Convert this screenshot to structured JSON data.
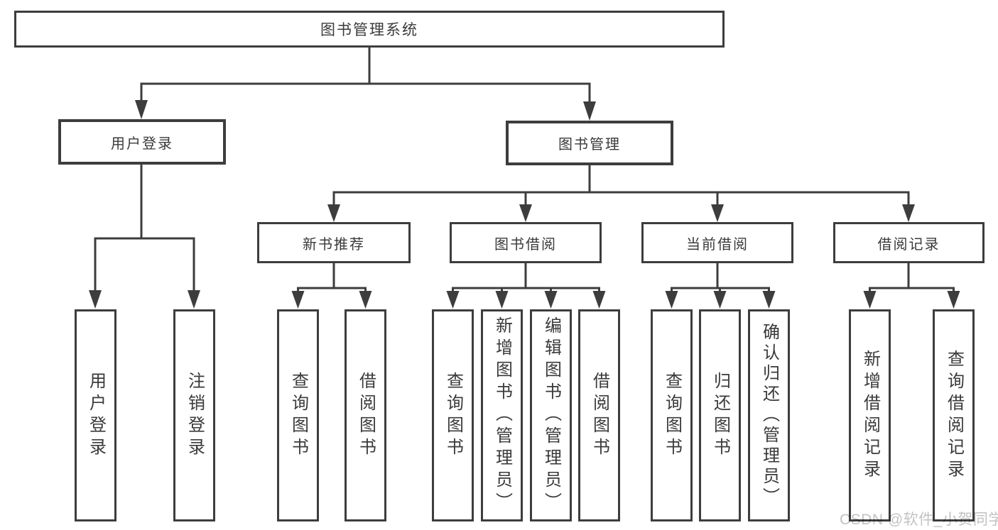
{
  "tree": {
    "root": {
      "label": "图书管理系统",
      "children": [
        {
          "label": "用户登录",
          "children": [
            {
              "label": "用户登录"
            },
            {
              "label": "注销登录"
            }
          ]
        },
        {
          "label": "图书管理",
          "children": [
            {
              "label": "新书推荐",
              "children": [
                {
                  "label": "查询图书"
                },
                {
                  "label": "借阅图书"
                }
              ]
            },
            {
              "label": "图书借阅",
              "children": [
                {
                  "label": "查询图书"
                },
                {
                  "label": "新增图书（管理员）"
                },
                {
                  "label": "编辑图书（管理员）"
                },
                {
                  "label": "借阅图书"
                }
              ]
            },
            {
              "label": "当前借阅",
              "children": [
                {
                  "label": "查询图书"
                },
                {
                  "label": "归还图书"
                },
                {
                  "label": "确认归还（管理员）"
                }
              ]
            },
            {
              "label": "借阅记录",
              "children": [
                {
                  "label": "新增借阅记录"
                },
                {
                  "label": "查询借阅记录"
                }
              ]
            }
          ]
        }
      ]
    }
  },
  "watermark": {
    "text": "CSDN @软件_小贺同学"
  },
  "colors": {
    "line": "#3d3d3d",
    "text": "#3a3a3a",
    "background": "#ffffff",
    "watermark": "#c2c2c2"
  }
}
